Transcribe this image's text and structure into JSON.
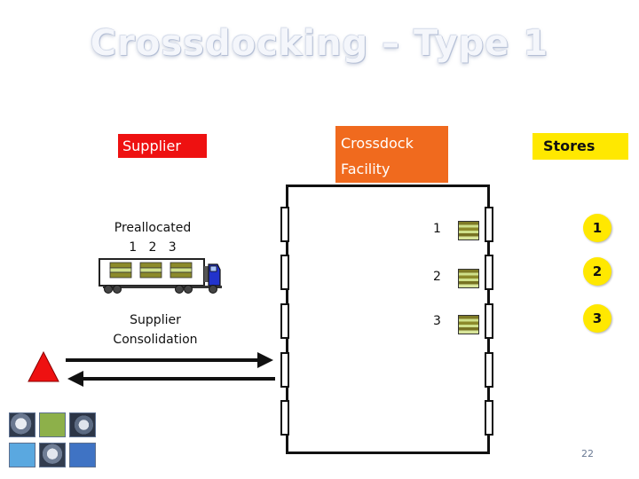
{
  "title": "Crossdocking – Type 1",
  "labels": {
    "supplier": "Supplier",
    "crossdock_line1": "Crossdock",
    "crossdock_line2": "Facility",
    "stores": "Stores"
  },
  "truck": {
    "line1": "Preallocated",
    "line2": "1   2   3"
  },
  "consolidation": {
    "line1": "Supplier",
    "line2": "Consolidation"
  },
  "inbound_numbers": [
    "1",
    "2",
    "3"
  ],
  "store_numbers": [
    "1",
    "2",
    "3"
  ],
  "page_number": "22",
  "colors": {
    "supplier_bg": "#ee1111",
    "crossdock_bg": "#f06a1e",
    "stores_bg": "#ffe800",
    "truck_cab": "#2233cc",
    "triangle": "#ee1111"
  }
}
